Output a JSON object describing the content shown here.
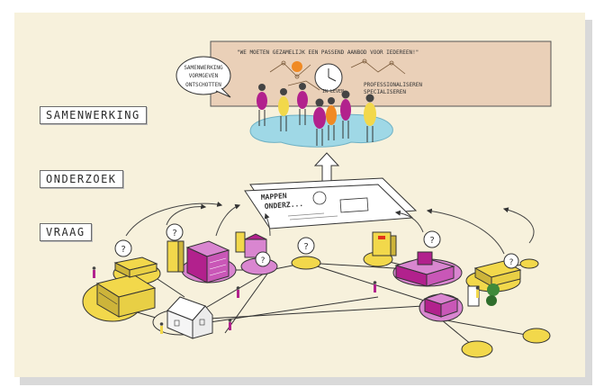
{
  "labels": {
    "samenwerking": "SAMENWERKING",
    "onderzoek": "ONDERZOEK",
    "vraag": "VRAAG"
  },
  "whiteboard": {
    "quote": "\"WE MOETEN GEZAMELIJK EEN PASSEND AANBOD VOOR IEDEREEN!\"",
    "bubble_line1": "SAMENWERKING",
    "bubble_line2": "VORMGEVEN",
    "bubble_line3": "ONTSCHOTTEN",
    "right_line1": "PROFESSIONALISEREN",
    "right_line2": "SPECIALISEREN",
    "clock_label": "IN LEVEN"
  },
  "report": {
    "title_line1": "MAPPEN",
    "title_line2": "ONDERZ..."
  },
  "question_mark": "?",
  "colors": {
    "background": "#f7f1dc",
    "purple": "#b2218d",
    "pink": "#d986d0",
    "yellow": "#f2d84b",
    "blue": "#9fd8e6",
    "board": "#ead0b8"
  }
}
